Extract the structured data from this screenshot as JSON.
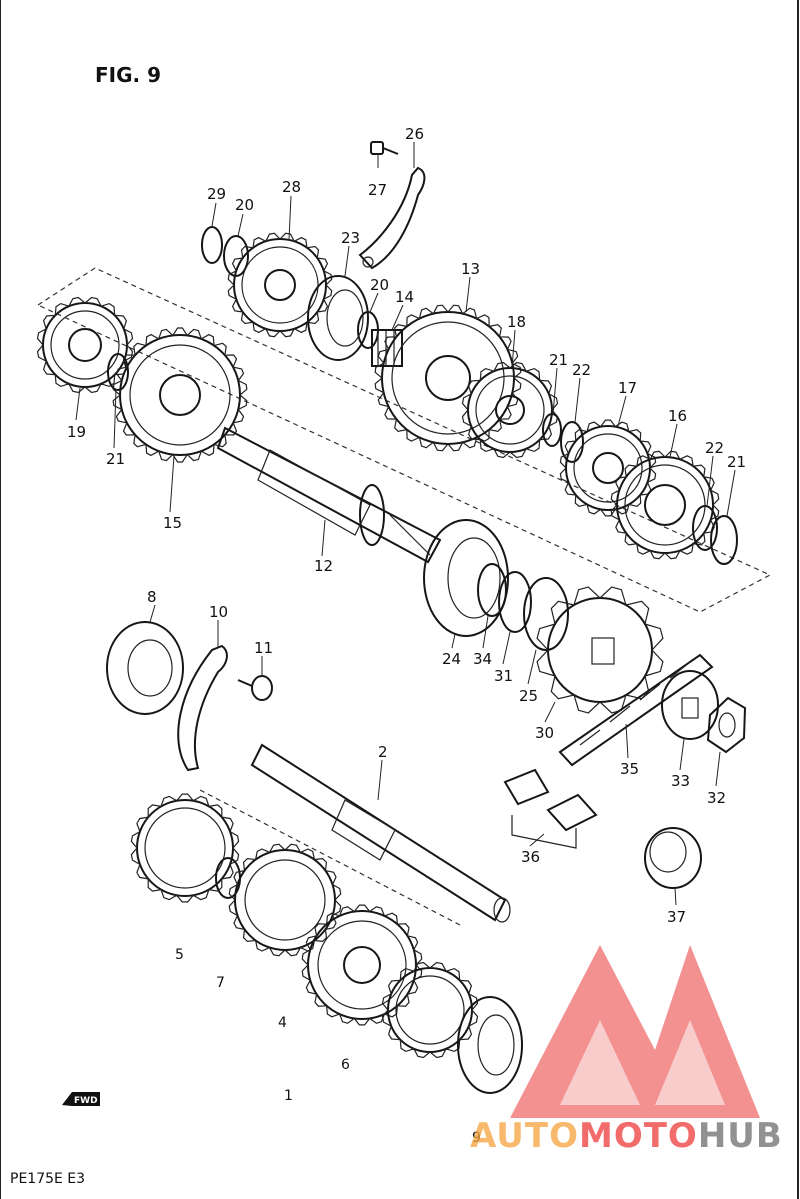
{
  "figure_title": "FIG. 9",
  "footer_code": "PE175E E3",
  "direction_arrow_label": "FWD",
  "watermark": {
    "brand_part_1": "AUTO",
    "brand_part_2": "MOTO",
    "brand_part_3": "HUB",
    "color_orange": "#f6a23b",
    "color_red": "#ef3b3b",
    "color_gray": "#6d6d6d",
    "icon": "triangle-m-logo"
  },
  "callouts": {
    "c1": "1",
    "c2": "2",
    "c4": "4",
    "c5": "5",
    "c6": "6",
    "c7": "7",
    "c8": "8",
    "c9": "9",
    "c10": "10",
    "c11": "11",
    "c12": "12",
    "c13": "13",
    "c14": "14",
    "c15": "15",
    "c16": "16",
    "c17": "17",
    "c18": "18",
    "c19": "19",
    "c20a": "20",
    "c20b": "20",
    "c21a": "21",
    "c21b": "21",
    "c21c": "21",
    "c22a": "22",
    "c22b": "22",
    "c23": "23",
    "c24": "24",
    "c25": "25",
    "c26": "26",
    "c27": "27",
    "c28": "28",
    "c29": "29",
    "c30": "30",
    "c31": "31",
    "c32": "32",
    "c33": "33",
    "c34": "34",
    "c35": "35",
    "c36": "36",
    "c37": "37"
  }
}
